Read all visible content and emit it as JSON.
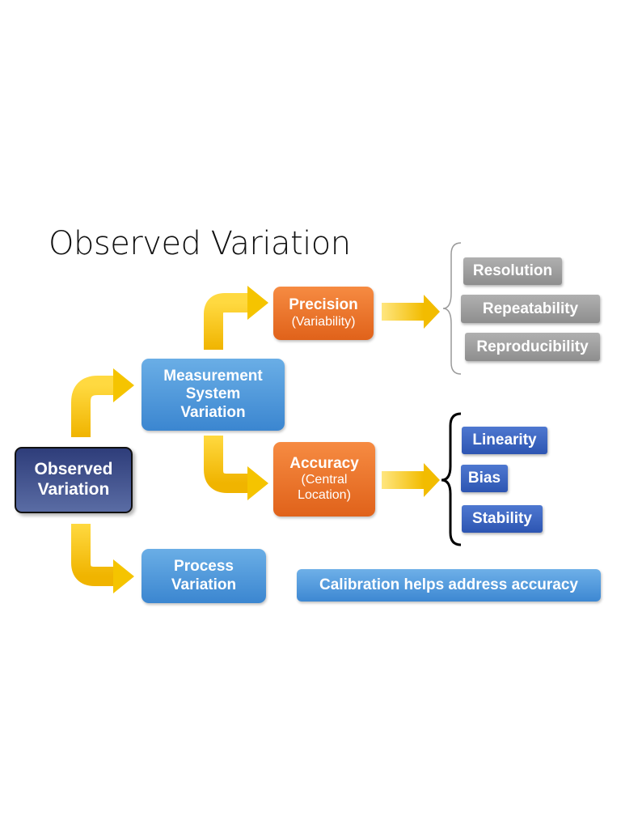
{
  "title": "Observed Variation",
  "nodes": {
    "observed": {
      "line1": "Observed",
      "line2": "Variation"
    },
    "measurement": {
      "line1": "Measurement",
      "line2": "System",
      "line3": "Variation"
    },
    "process": {
      "line1": "Process",
      "line2": "Variation"
    },
    "precision": {
      "label": "Precision",
      "sub": "(Variability)"
    },
    "accuracy": {
      "label": "Accuracy",
      "sub1": "(Central",
      "sub2": "Location)"
    }
  },
  "precision_items": [
    "Resolution",
    "Repeatability",
    "Reproducibility"
  ],
  "accuracy_items": [
    "Linearity",
    "Bias",
    "Stability"
  ],
  "note": "Calibration helps address accuracy",
  "colors": {
    "arrow": "#f5c400",
    "navy": "#2e3d7a",
    "blue": "#4a94da",
    "orange": "#ee7428",
    "gray": "#9e9e9e",
    "dark_blue": "#3a64c0"
  }
}
